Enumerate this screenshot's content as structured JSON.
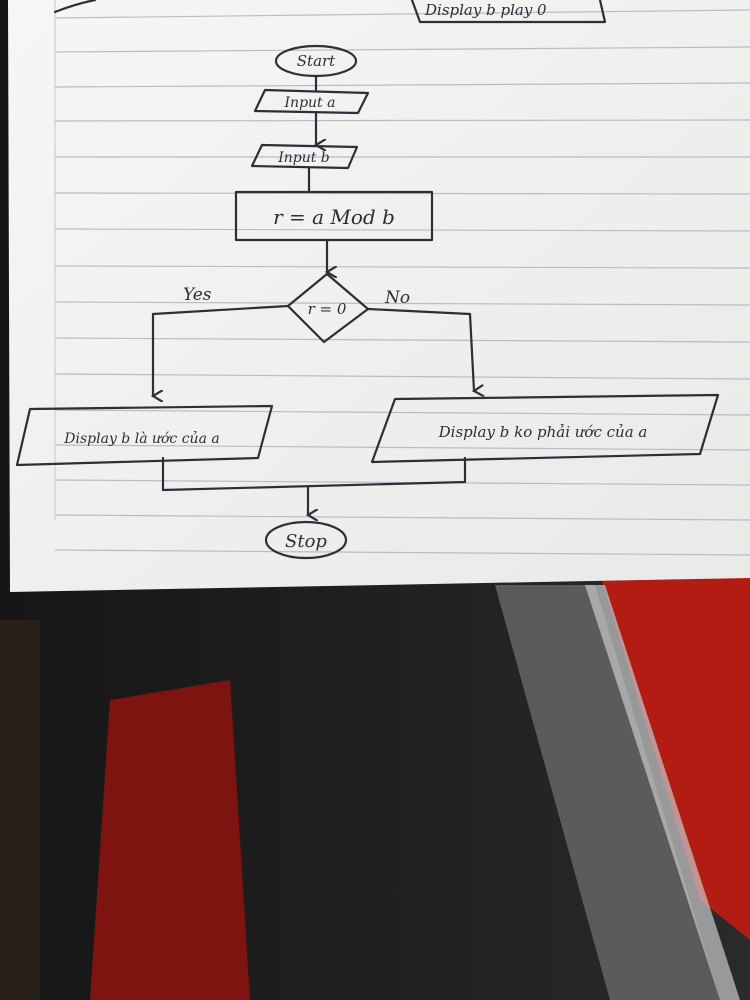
{
  "header_fragment": "Display b play 0",
  "flowchart": {
    "start": "Start",
    "input_a": "Input a",
    "input_b": "Input b",
    "process": "r = a Mod b",
    "decision": "r = 0",
    "yes_label": "Yes",
    "no_label": "No",
    "output_yes": "Display b là ước của a",
    "output_no": "Display b ko phải ước của a",
    "stop": "Stop"
  },
  "colors": {
    "paper": "#f4f4f2",
    "ink": "#2b2f3a",
    "rule_line": "#b9bcc6"
  }
}
